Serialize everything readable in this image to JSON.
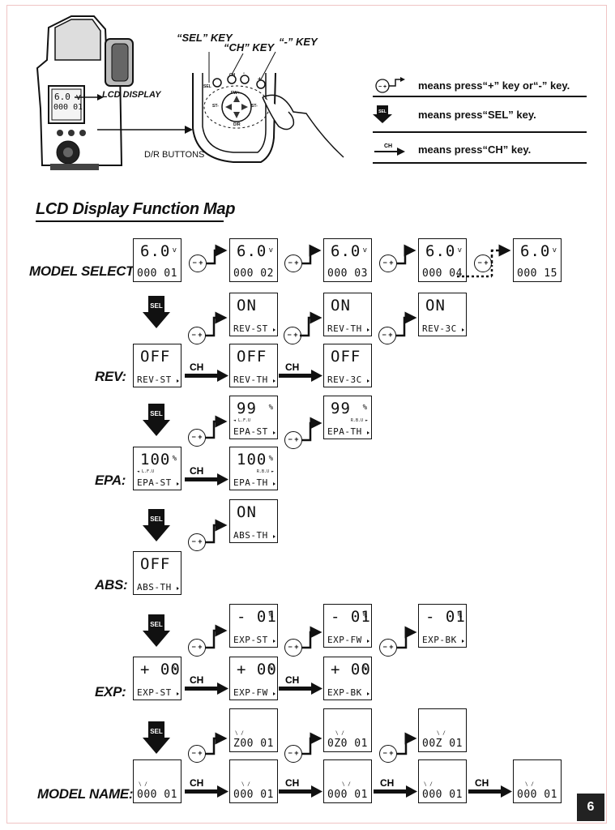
{
  "header": {
    "sel_key_label": "“SEL” KEY",
    "ch_key_label": "“CH” KEY",
    "minus_key_label": "“-” KEY",
    "lcd_display_label": "LCD DISPLAY",
    "dr_buttons_label": "D/R BUTTONS",
    "controller_lcd_top": "6.0 v",
    "controller_lcd_bot": "000 01",
    "panel_keys": {
      "sel": "SEL",
      "ch": "CH",
      "minus": "-",
      "plus": "+",
      "st_left": "ST-",
      "st_right": "ST-",
      "fw": "FW+",
      "dr": "D/R"
    }
  },
  "legend": [
    {
      "icon": "plus-minus-key-icon",
      "text": "means press“+” key or“-” key."
    },
    {
      "icon": "sel-arrow-icon",
      "text": "means press“SEL” key."
    },
    {
      "icon": "ch-arrow-icon",
      "text": "means press“CH” key."
    }
  ],
  "symbols": {
    "sel": "SEL",
    "ch": "CH",
    "pm": "− +"
  },
  "title": "LCD Display Function Map",
  "rows": {
    "model_select": "MODEL SELECT:",
    "rev": "REV:",
    "epa": "EPA:",
    "abs": "ABS:",
    "exp": "EXP:",
    "model_name": "MODEL NAME:"
  },
  "lcd": {
    "ms1": {
      "top": "6.0",
      "unit": "v",
      "bot": "000 01"
    },
    "ms2": {
      "top": "6.0",
      "unit": "v",
      "bot": "000 02"
    },
    "ms3": {
      "top": "6.0",
      "unit": "v",
      "bot": "000 03"
    },
    "ms4": {
      "top": "6.0",
      "unit": "v",
      "bot": "000 04"
    },
    "ms5": {
      "top": "6.0",
      "unit": "v",
      "bot": "000 15"
    },
    "rev_on_st": {
      "top": "ON",
      "bot": "REV-ST"
    },
    "rev_on_th": {
      "top": "ON",
      "bot": "REV-TH"
    },
    "rev_on_3c": {
      "top": "ON",
      "bot": "REV-3C"
    },
    "rev_off_st": {
      "top": "OFF",
      "bot": "REV-ST"
    },
    "rev_off_th": {
      "top": "OFF",
      "bot": "REV-TH"
    },
    "rev_off_3c": {
      "top": "OFF",
      "bot": "REV-3C"
    },
    "epa_99_st": {
      "top": "99",
      "unit": "%",
      "tiny": "◄ L.F.U",
      "bot": "EPA-ST"
    },
    "epa_99_th": {
      "top": "99",
      "unit": "%",
      "tiny": "R.B.U ►",
      "bot": "EPA-TH"
    },
    "epa_100_st": {
      "top": "100",
      "unit": "%",
      "tiny": "◄ L.F.U",
      "bot": "EPA-ST"
    },
    "epa_100_th": {
      "top": "100",
      "unit": "%",
      "tiny": "R.B.U ►",
      "bot": "EPA-TH"
    },
    "abs_on": {
      "top": "ON",
      "bot": "ABS-TH"
    },
    "abs_off": {
      "top": "OFF",
      "bot": "ABS-TH"
    },
    "exp_m_st": {
      "top": "- 01",
      "unit": "%",
      "bot": "EXP-ST"
    },
    "exp_m_fw": {
      "top": "- 01",
      "unit": "%",
      "bot": "EXP-FW"
    },
    "exp_m_bk": {
      "top": "- 01",
      "unit": "%",
      "bot": "EXP-BK"
    },
    "exp_p_st": {
      "top": "+ 00",
      "unit": "%",
      "bot": "EXP-ST"
    },
    "exp_p_fw": {
      "top": "+ 00",
      "unit": "%",
      "bot": "EXP-FW"
    },
    "exp_p_bk": {
      "top": "+ 00",
      "unit": "%",
      "bot": "EXP-BK"
    },
    "mn_up1": {
      "bot": "Z00 01"
    },
    "mn_up2": {
      "bot": "0Z0 01"
    },
    "mn_up3": {
      "bot": "00Z 01"
    },
    "mn_1": {
      "bot": "000 01"
    },
    "mn_2": {
      "bot": "000 01"
    },
    "mn_3": {
      "bot": "000 01"
    },
    "mn_4": {
      "bot": "000 01"
    },
    "mn_5": {
      "bot": "000 01"
    }
  },
  "page_number": "6"
}
